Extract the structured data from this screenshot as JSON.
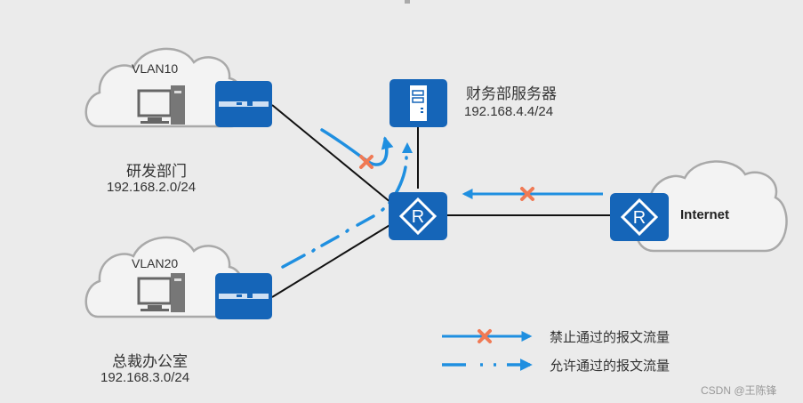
{
  "colors": {
    "background": "#ebebeb",
    "device_blue": "#1565b8",
    "flow_blue": "#1f8fe0",
    "deny_x": "#f07a55",
    "link_black": "#111111",
    "cloud_stroke": "#a9a9a9"
  },
  "nodes": {
    "vlan10": {
      "label": "VLAN10",
      "dept": "研发部门",
      "subnet": "192.168.2.0/24",
      "icon": "pc-icon",
      "switch_icon": "switch-icon"
    },
    "vlan20": {
      "label": "VLAN20",
      "dept": "总裁办公室",
      "subnet": "192.168.3.0/24",
      "icon": "pc-icon",
      "switch_icon": "switch-icon"
    },
    "server": {
      "label": "财务部服务器",
      "ip": "192.168.4.4/24",
      "icon": "server-icon"
    },
    "core_router": {
      "icon": "router-icon",
      "glyph": "R"
    },
    "internet": {
      "label": "Internet",
      "icon": "router-icon",
      "glyph": "R"
    }
  },
  "flows": [
    {
      "from": "vlan10",
      "to": "server",
      "status": "denied"
    },
    {
      "from": "vlan20",
      "to": "server",
      "status": "allowed"
    },
    {
      "from": "internet",
      "to": "core_router",
      "status": "denied"
    }
  ],
  "legend": [
    {
      "type": "denied",
      "label": "禁止通过的报文流量"
    },
    {
      "type": "allowed",
      "label": "允许通过的报文流量"
    }
  ],
  "watermark": "CSDN @王陈锋"
}
